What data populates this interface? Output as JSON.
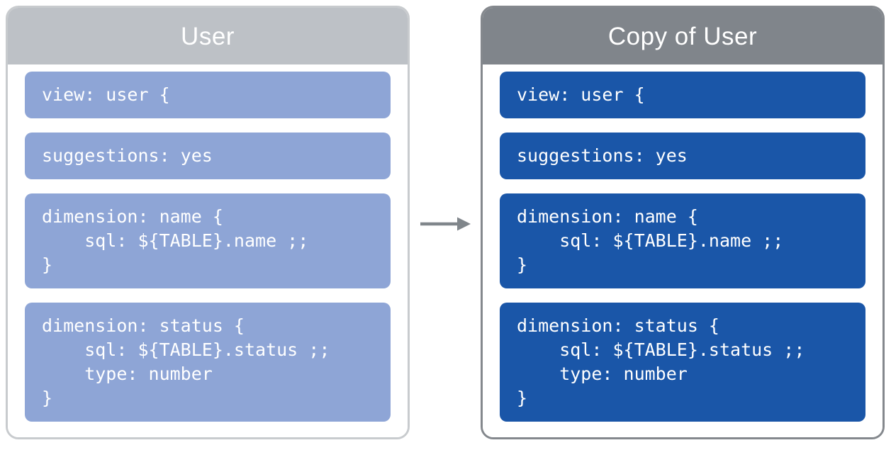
{
  "source_panel": {
    "title": "User",
    "code_blocks": [
      {
        "lines": [
          "view: user {"
        ]
      },
      {
        "lines": [
          "suggestions: yes"
        ]
      },
      {
        "lines": [
          "dimension: name {",
          "    sql: ${TABLE}.name ;;",
          "}"
        ]
      },
      {
        "lines": [
          "dimension: status {",
          "    sql: ${TABLE}.status ;;",
          "    type: number",
          "}"
        ]
      }
    ]
  },
  "copy_panel": {
    "title": "Copy of User",
    "code_blocks": [
      {
        "lines": [
          "view: user {"
        ]
      },
      {
        "lines": [
          "suggestions: yes"
        ]
      },
      {
        "lines": [
          "dimension: name {",
          "    sql: ${TABLE}.name ;;",
          "}"
        ]
      },
      {
        "lines": [
          "dimension: status {",
          "    sql: ${TABLE}.status ;;",
          "    type: number",
          "}"
        ]
      }
    ]
  },
  "arrow": {
    "icon": "right-arrow"
  },
  "colors": {
    "source_header": "#BDC1C6",
    "source_border": "#C8CBCE",
    "source_block": "#8EA5D6",
    "copy_header": "#80858B",
    "copy_border": "#84888D",
    "copy_block": "#1A56A8",
    "arrow": "#80868B",
    "code_text": "#FFFFFF",
    "panel_body": "#FFFFFF"
  }
}
